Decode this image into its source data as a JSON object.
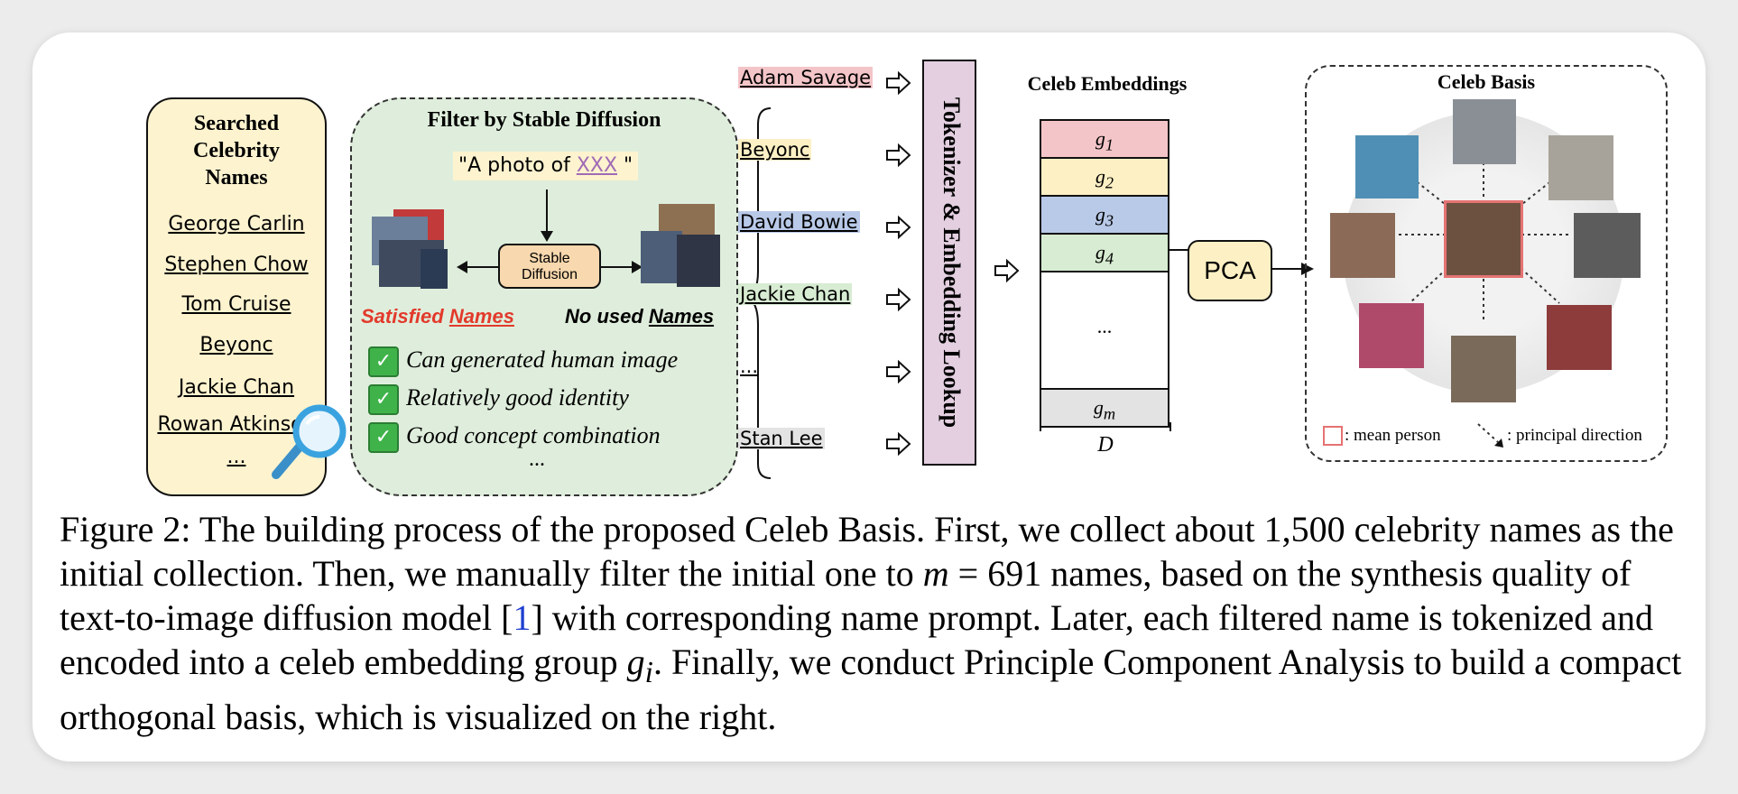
{
  "panel1": {
    "title_lines": [
      "Searched",
      "Celebrity",
      "Names"
    ],
    "names": [
      "George Carlin",
      "Stephen Chow",
      "Tom Cruise",
      "Beyonc",
      "Jackie Chan",
      "Rowan Atkinson",
      "..."
    ]
  },
  "panel2": {
    "title": "Filter by Stable Diffusion",
    "prompt_prefix": "\"A photo of ",
    "prompt_placeholder": "XXX",
    "prompt_suffix": " \"",
    "model_lines": [
      "Stable",
      "Diffusion"
    ],
    "satisfied_prefix": "Satisfied ",
    "satisfied_word": "Names",
    "unused_prefix": "No used ",
    "unused_word": "Names",
    "criteria": [
      "Can generated human image",
      "Relatively good identity",
      "Good concept combination"
    ],
    "ellipsis": "..."
  },
  "name_list": [
    {
      "text": "Adam Savage",
      "color": "#f4c5c8"
    },
    {
      "text": "Beyonc",
      "color": "#fdf0c4"
    },
    {
      "text": "David Bowie",
      "color": "#b9c9e8"
    },
    {
      "text": "Jackie Chan",
      "color": "#d7ecd2"
    },
    {
      "text": "...",
      "color": ""
    },
    {
      "text": "Stan Lee",
      "color": "#e3e3e3"
    }
  ],
  "tokenizer_label": "Tokenizer & Embedding Lookup",
  "embeddings": {
    "title": "Celeb Embeddings",
    "g1": "g",
    "g1_sub": "1",
    "g2": "g",
    "g2_sub": "2",
    "g3": "g",
    "g3_sub": "3",
    "g4": "g",
    "g4_sub": "4",
    "dots": "...",
    "gm": "g",
    "gm_sub": "m",
    "dim": "D",
    "colors": [
      "#f4c5c8",
      "#fdf0c4",
      "#b9c9e8",
      "#d7ecd2",
      "#ffffff",
      "#e3e3e3"
    ]
  },
  "pca_label": "PCA",
  "basis": {
    "title": "Celeb Basis",
    "legend_mean": ": mean person",
    "legend_dir": ": principal direction"
  },
  "caption": {
    "part1": "Figure 2: The building process of the proposed Celeb Basis. First, we collect about 1,500 celebrity names as the initial collection. Then, we manually filter the initial one to ",
    "math_m": "m",
    "math_eq": " = 691",
    "part2": " names, based on the synthesis quality of text-to-image diffusion model [",
    "ref": "1",
    "part3": "] with corresponding name prompt. Later, each filtered name is tokenized and encoded into a celeb embedding group ",
    "math_g": "g",
    "math_i": "i",
    "part4": ". Finally, we conduct Principle Component Analysis to build a compact orthogonal basis, which is visualized on the right."
  }
}
